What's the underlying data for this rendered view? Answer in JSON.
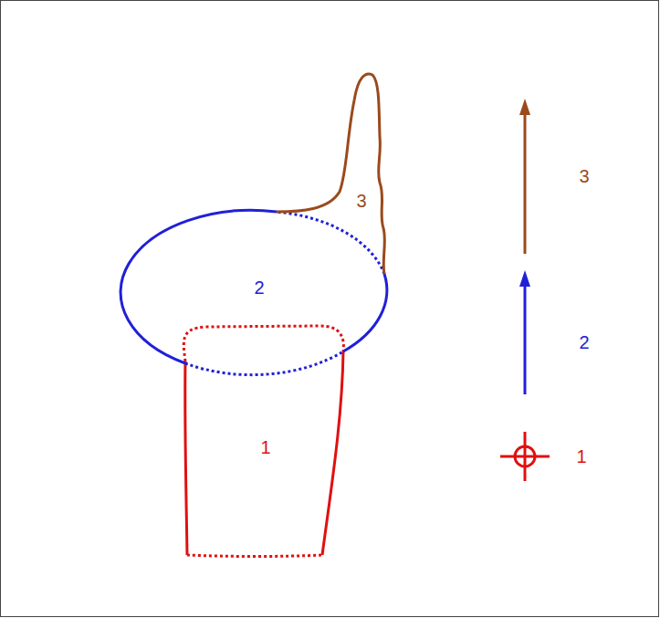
{
  "diagram": {
    "nodes": [
      {
        "text": [
          "1"
        ]
      },
      {
        "text": [
          "2"
        ]
      },
      {
        "text": [
          "3"
        ]
      }
    ],
    "legend": [
      {
        "text": "3"
      },
      {
        "text": "2"
      },
      {
        "text": "1"
      }
    ]
  }
}
